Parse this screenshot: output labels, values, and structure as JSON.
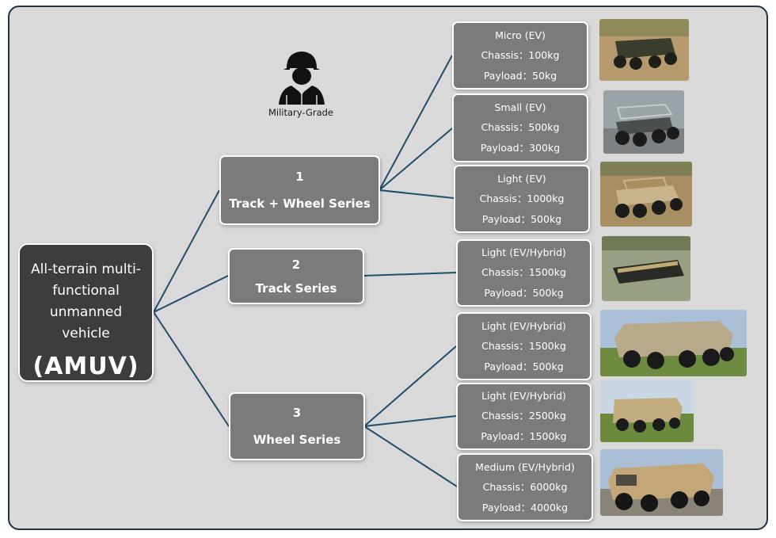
{
  "root": {
    "name": "All-terrain multi-functional unmanned vehicle",
    "abbr": "(AMUV)"
  },
  "badge": {
    "label": "Military-Grade",
    "icon": "soldier-icon"
  },
  "series": [
    {
      "num": "1",
      "title": "Track + Wheel Series"
    },
    {
      "num": "2",
      "title": "Track Series"
    },
    {
      "num": "3",
      "title": "Wheel Series"
    }
  ],
  "models": [
    {
      "type": "Micro  (EV)",
      "chassis": "Chassis：100kg",
      "payload": "Payload：50kg"
    },
    {
      "type": "Small (EV)",
      "chassis": "Chassis：500kg",
      "payload": "Payload：300kg"
    },
    {
      "type": "Light (EV)",
      "chassis": "Chassis：1000kg",
      "payload": "Payload：500kg"
    },
    {
      "type": "Light (EV/Hybrid)",
      "chassis": "Chassis：1500kg",
      "payload": "Payload：500kg"
    },
    {
      "type": "Light (EV/Hybrid)",
      "chassis": "Chassis：1500kg",
      "payload": "Payload：500kg"
    },
    {
      "type": "Light (EV/Hybrid)",
      "chassis": "Chassis：2500kg",
      "payload": "Payload：1500kg"
    },
    {
      "type": "Medium (EV/Hybrid)",
      "chassis": "Chassis：6000kg",
      "payload": "Payload：4000kg"
    }
  ],
  "colors": {
    "background": "#d9d9d9",
    "frame": "#1f3345",
    "connector": "#1f4e6b",
    "root": "#3d3d3d",
    "box": "#7b7b7b"
  }
}
